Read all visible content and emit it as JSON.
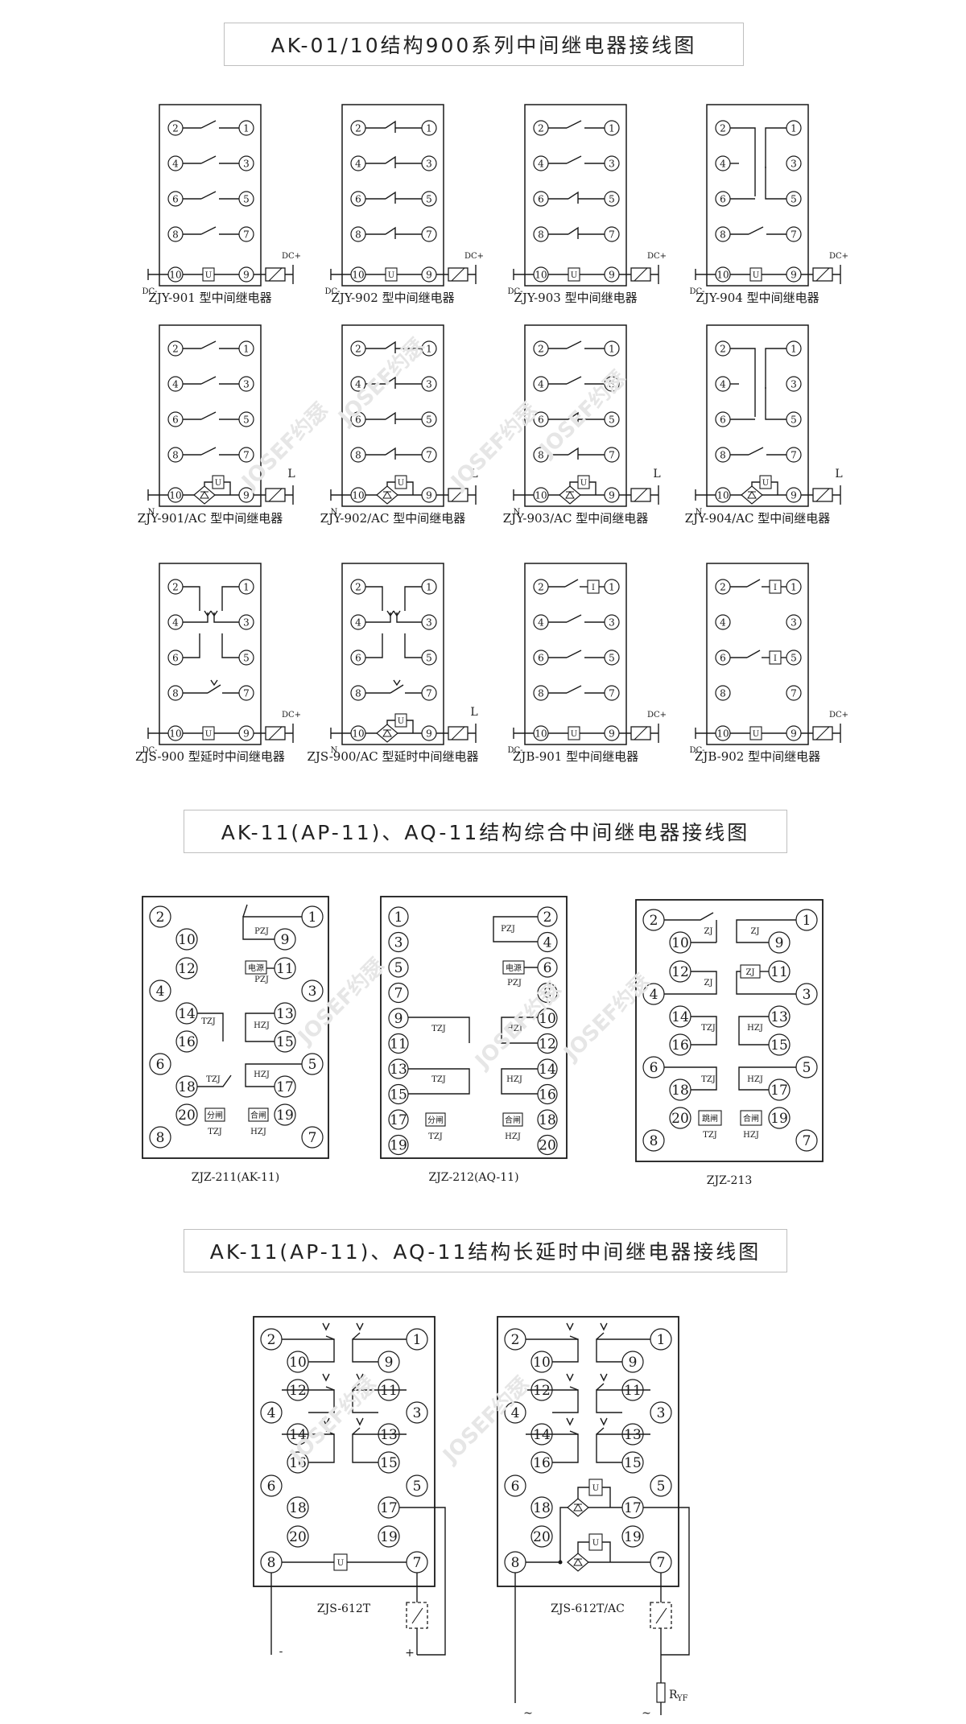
{
  "titles": {
    "section1": "AK-01/10结构900系列中间继电器接线图",
    "section2": "AK-11(AP-11)、AQ-11结构综合中间继电器接线图",
    "section3": "AK-11(AP-11)、AQ-11结构长延时中间继电器接线图"
  },
  "captions": {
    "zjy901": "ZJY-901 型中间继电器",
    "zjy902": "ZJY-902 型中间继电器",
    "zjy903": "ZJY-903 型中间继电器",
    "zjy904": "ZJY-904 型中间继电器",
    "zjy901ac": "ZJY-901/AC 型中间继电器",
    "zjy902ac": "ZJY-902/AC 型中间继电器",
    "zjy903ac": "ZJY-903/AC 型中间继电器",
    "zjy904ac": "ZJY-904/AC 型中间继电器",
    "zjs900": "ZJS-900 型延时中间继电器",
    "zjs900ac": "ZJS-900/AC 型延时中间继电器",
    "zjb901": "ZJB-901 型中间继电器",
    "zjb902": "ZJB-902 型中间继电器",
    "zjz211": "ZJZ-211(AK-11)",
    "zjz212": "ZJZ-212(AQ-11)",
    "zjz213": "ZJZ-213",
    "zjs612t": "ZJS-612T",
    "zjs612tac": "ZJS-612T/AC"
  },
  "terminal_labels": {
    "dc_plus": "DC+",
    "dc_minus": "DC-",
    "l": "L",
    "n": "N",
    "u": "U",
    "minus": "-",
    "plus": "+",
    "tilde": "~",
    "ryf": "R",
    "ryf_sub": "YF"
  },
  "contact_labels": {
    "pzj": "PZJ",
    "tzj": "TZJ",
    "hzj": "HZJ",
    "zj": "ZJ",
    "power": "电源",
    "close": "合闸",
    "split": "分闸",
    "trip": "跳闸"
  },
  "watermark": "JOSEF约瑟"
}
